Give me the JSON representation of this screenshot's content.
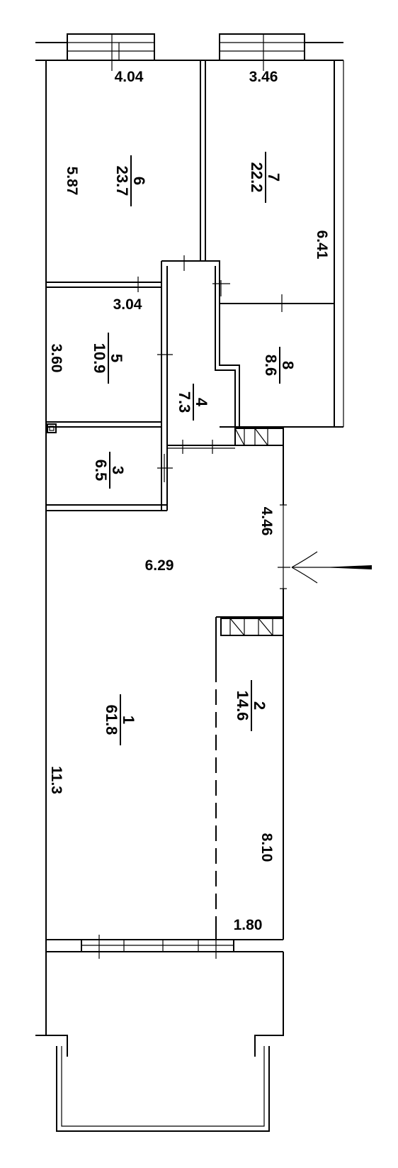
{
  "rooms": [
    {
      "number": "1",
      "area": "61.8"
    },
    {
      "number": "2",
      "area": "14.6"
    },
    {
      "number": "3",
      "area": "6.5"
    },
    {
      "number": "4",
      "area": "7.3"
    },
    {
      "number": "5",
      "area": "10.9"
    },
    {
      "number": "6",
      "area": "23.7"
    },
    {
      "number": "7",
      "area": "22.2"
    },
    {
      "number": "8",
      "area": "8.6"
    }
  ],
  "dimensions": {
    "room6_width": "4.04",
    "room6_depth": "5.87",
    "room7_width": "3.46",
    "room7_depth": "6.41",
    "room5_width": "3.04",
    "room5_depth": "3.60",
    "entry_width": "4.46",
    "living_width": "6.29",
    "living_depth": "11.3",
    "room2_depth": "8.10",
    "room2_width": "1.80"
  }
}
